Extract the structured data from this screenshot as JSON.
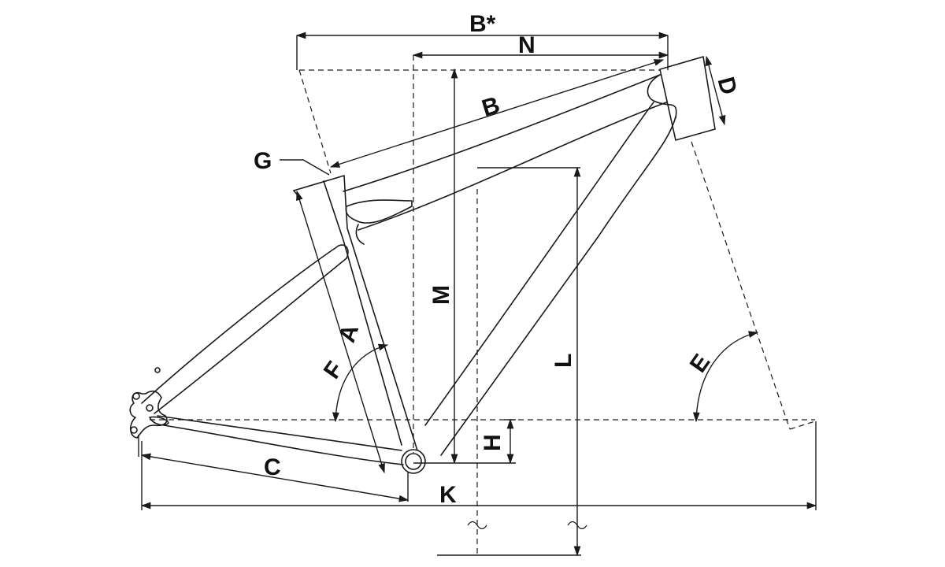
{
  "labels": {
    "b_star": "B*",
    "n": "N",
    "b": "B",
    "d": "D",
    "g": "G",
    "m": "M",
    "a": "A",
    "f": "F",
    "l": "L",
    "e": "E",
    "h": "H",
    "c": "C",
    "k": "K"
  },
  "colors": {
    "line": "#1a1a1a",
    "background": "#ffffff"
  }
}
